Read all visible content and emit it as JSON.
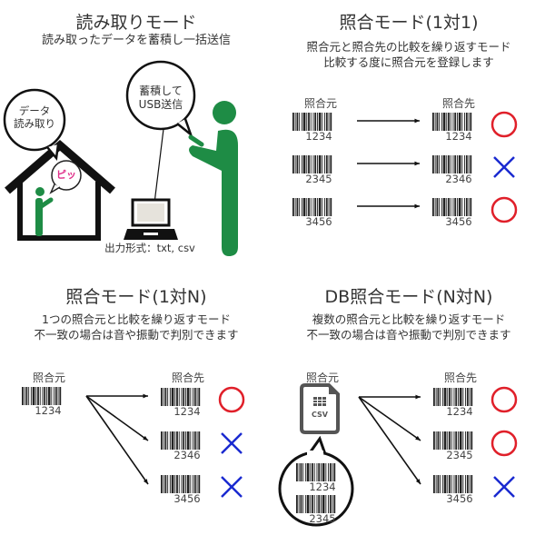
{
  "colors": {
    "figure_green": "#1e8c45",
    "ok_red": "#e0202a",
    "ng_blue": "#1a2ad0",
    "beep_pink": "#e0308a",
    "text": "#333333"
  },
  "panels": {
    "read_mode": {
      "title": "読み取りモード",
      "subtitle": "読み取ったデータを蓄積し一括送信",
      "bubble_read": [
        "データ",
        "読み取り"
      ],
      "bubble_send": [
        "蓄積して",
        "USB送信"
      ],
      "beep": "ピッ",
      "output_format": "出力形式：txt, csv"
    },
    "one_to_one": {
      "title": "照合モード(1対1)",
      "subtitle": [
        "照合元と照合先の比較を繰り返すモード",
        "比較する度に照合元を登録します"
      ],
      "source_label": "照合元",
      "target_label": "照合先",
      "rows": [
        {
          "source": "1234",
          "target": "1234",
          "result": "match"
        },
        {
          "source": "2345",
          "target": "2346",
          "result": "mismatch"
        },
        {
          "source": "3456",
          "target": "3456",
          "result": "match"
        }
      ]
    },
    "one_to_n": {
      "title": "照合モード(1対N)",
      "subtitle": [
        "1つの照合元と比較を繰り返すモード",
        "不一致の場合は音や振動で判別できます"
      ],
      "source_label": "照合元",
      "target_label": "照合先",
      "source": "1234",
      "targets": [
        {
          "code": "1234",
          "result": "match"
        },
        {
          "code": "2346",
          "result": "mismatch"
        },
        {
          "code": "3456",
          "result": "mismatch"
        }
      ]
    },
    "db_mode": {
      "title": "DB照合モード(N対N)",
      "subtitle": [
        "複数の照合元と比較を繰り返すモード",
        "不一致の場合は音や振動で判別できます"
      ],
      "source_label": "照合元",
      "target_label": "照合先",
      "file_label": "CSV",
      "db_codes": [
        "1234",
        "2345"
      ],
      "targets": [
        {
          "code": "1234",
          "result": "match"
        },
        {
          "code": "2345",
          "result": "match"
        },
        {
          "code": "3456",
          "result": "mismatch"
        }
      ]
    }
  }
}
